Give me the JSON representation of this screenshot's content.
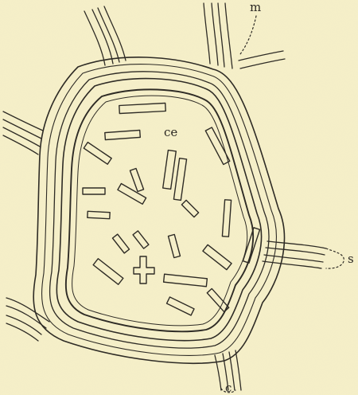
{
  "labels": {
    "m": "m",
    "ce": "ce",
    "s": "s",
    "c": "c"
  }
}
